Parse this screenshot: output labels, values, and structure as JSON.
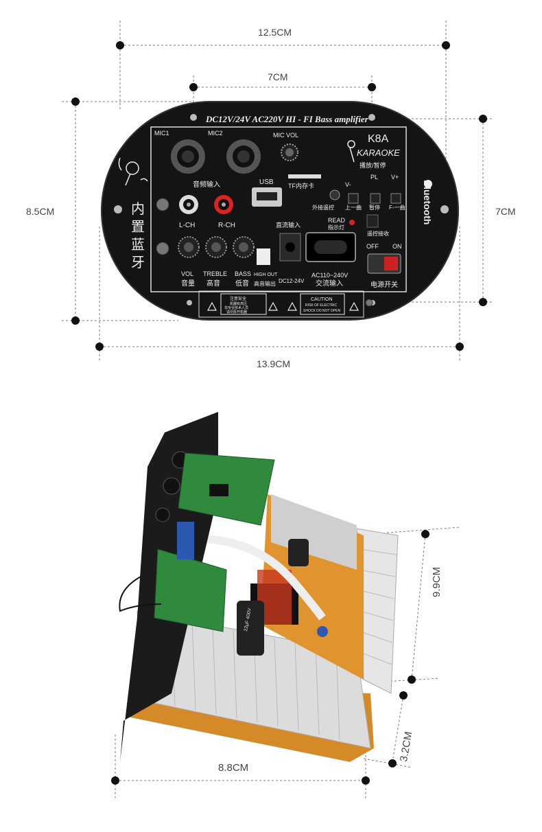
{
  "top_dimensions": {
    "overall_width": "12.5CM",
    "hole_spacing": "7CM",
    "panel_width": "13.9CM",
    "panel_height": "8.5CM",
    "right_height": "7CM"
  },
  "panel": {
    "title": "DC12V/24V AC220V HI - FI Bass amplifier",
    "model": "K8A",
    "brand": "KARAOKE",
    "bluetooth": "Bluetooth",
    "bt_cn": [
      "内",
      "置",
      "蓝",
      "牙"
    ],
    "mic1": "MIC1",
    "mic2": "MIC2",
    "mic_vol": "MIC VOL",
    "audio_in_cn": "音频输入",
    "usb": "USB",
    "tf_card": "TF内存卡",
    "play_pause_cn": "播放/暂停",
    "v_minus": "V-",
    "pl": "PL",
    "v_plus": "V+",
    "ext_remote_cn": "外接遥控",
    "prev_cn": "上一曲",
    "pause_cn": "暂停",
    "next_cn": "F-一曲",
    "l_ch": "L-CH",
    "r_ch": "R-CH",
    "read": "READ",
    "indicator_cn": "指示灯",
    "dc_in_cn": "直流输入",
    "remote_rx_cn": "遥控接收",
    "off": "OFF",
    "on": "ON",
    "vol": "VOL",
    "treble": "TREBLE",
    "bass": "BASS",
    "high_out": "HIGH OUT",
    "vol_cn": "音量",
    "treble_cn": "高音",
    "bass_cn": "低音",
    "high_out_cn": "高音输出",
    "dc12_24": "DC12-24V",
    "ac_range": "AC110~240V",
    "ac_in_cn": "交流输入",
    "power_switch_cn": "电源开关",
    "warning_cn": [
      "注意安全",
      "机器有高压",
      "非专业技术人员",
      "请勿拆开机器"
    ],
    "caution": [
      "CAUTION",
      "RISK OF ELECTRIC",
      "SHOCK DO NOT OPEN"
    ]
  },
  "bottom_dimensions": {
    "height": "9.9CM",
    "depth": "3.2CM",
    "length": "8.8CM"
  },
  "colors": {
    "panel": "#141414",
    "pcb_green": "#2f8a3e",
    "pcb_orange": "#d58a2a",
    "heatsink": "#d9d9d9",
    "dim_line": "#666666"
  }
}
